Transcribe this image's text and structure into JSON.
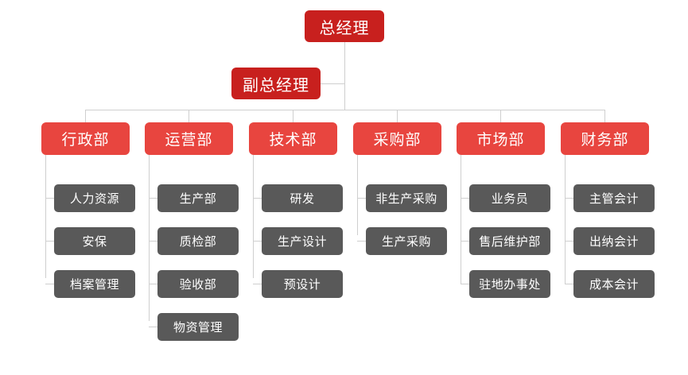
{
  "chart": {
    "title_node": {
      "label": "总经理",
      "id": "general-manager"
    },
    "second_node": {
      "label": "副总经理",
      "id": "vice-general-manager"
    },
    "colors": {
      "top_box": "#C8201E",
      "dept_box": "#E8453F",
      "sub_box": "#595959",
      "connector": "#cfcfcf",
      "background": "#ffffff",
      "text": "#ffffff"
    },
    "departments": [
      {
        "label": "行政部",
        "children": [
          {
            "label": "人力资源"
          },
          {
            "label": "安保"
          },
          {
            "label": "档案管理"
          }
        ]
      },
      {
        "label": "运营部",
        "children": [
          {
            "label": "生产部"
          },
          {
            "label": "质检部"
          },
          {
            "label": "验收部"
          },
          {
            "label": "物资管理"
          }
        ]
      },
      {
        "label": "技术部",
        "children": [
          {
            "label": "研发"
          },
          {
            "label": "生产设计"
          },
          {
            "label": "预设计"
          }
        ]
      },
      {
        "label": "采购部",
        "children": [
          {
            "label": "非生产采购"
          },
          {
            "label": "生产采购"
          }
        ]
      },
      {
        "label": "市场部",
        "children": [
          {
            "label": "业务员"
          },
          {
            "label": "售后维护部"
          },
          {
            "label": "驻地办事处"
          }
        ]
      },
      {
        "label": "财务部",
        "children": [
          {
            "label": "主管会计"
          },
          {
            "label": "出纳会计"
          },
          {
            "label": "成本会计"
          }
        ]
      }
    ]
  }
}
